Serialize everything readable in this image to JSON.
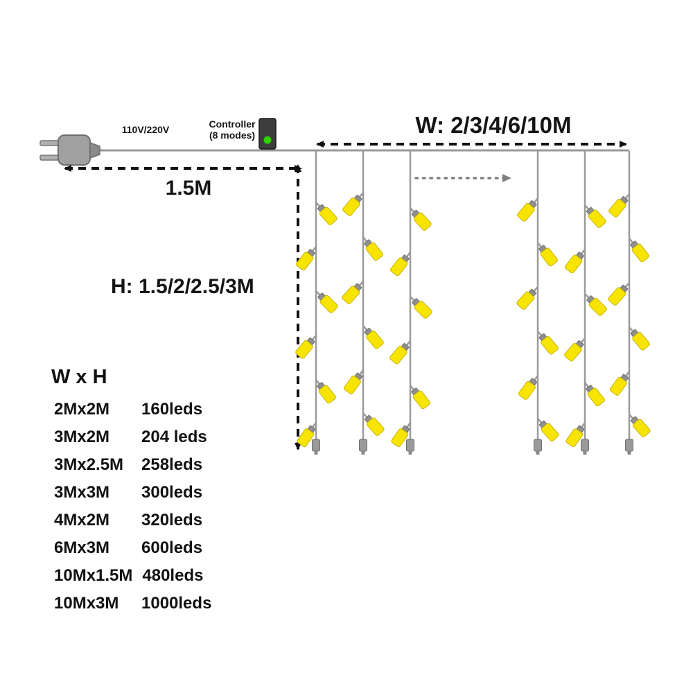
{
  "diagram": {
    "voltage_label": "110V/220V",
    "controller_label_line1": "Controller",
    "controller_label_line2": "(8 modes)",
    "lead_length_label": "1.5M",
    "width_label": "W: 2/3/4/6/10M",
    "height_label": "H: 1.5/2/2.5/3M",
    "colors": {
      "wire": "#9a9a9a",
      "bulb": "#f7e400",
      "bulb_border": "#c8b400",
      "plug": "#a0a0a0",
      "controller_body": "#3d3d3d",
      "controller_led": "#2fd400",
      "arrow": "#111111",
      "continuation_arrow": "#808080",
      "text": "#151515"
    }
  },
  "spec_table": {
    "heading": "W x H",
    "rows": [
      {
        "size": "2Mx2M",
        "leds": "160leds"
      },
      {
        "size": "3Mx2M",
        "leds": "204 leds"
      },
      {
        "size": "3Mx2.5M",
        "leds": "258leds"
      },
      {
        "size": "3Mx3M",
        "leds": "300leds"
      },
      {
        "size": "4Mx2M",
        "leds": "320leds"
      },
      {
        "size": "6Mx3M",
        "leds": "600leds"
      },
      {
        "size": "10Mx1.5M",
        "leds": "480leds"
      },
      {
        "size": "10Mx3M",
        "leds": "1000leds"
      }
    ]
  }
}
